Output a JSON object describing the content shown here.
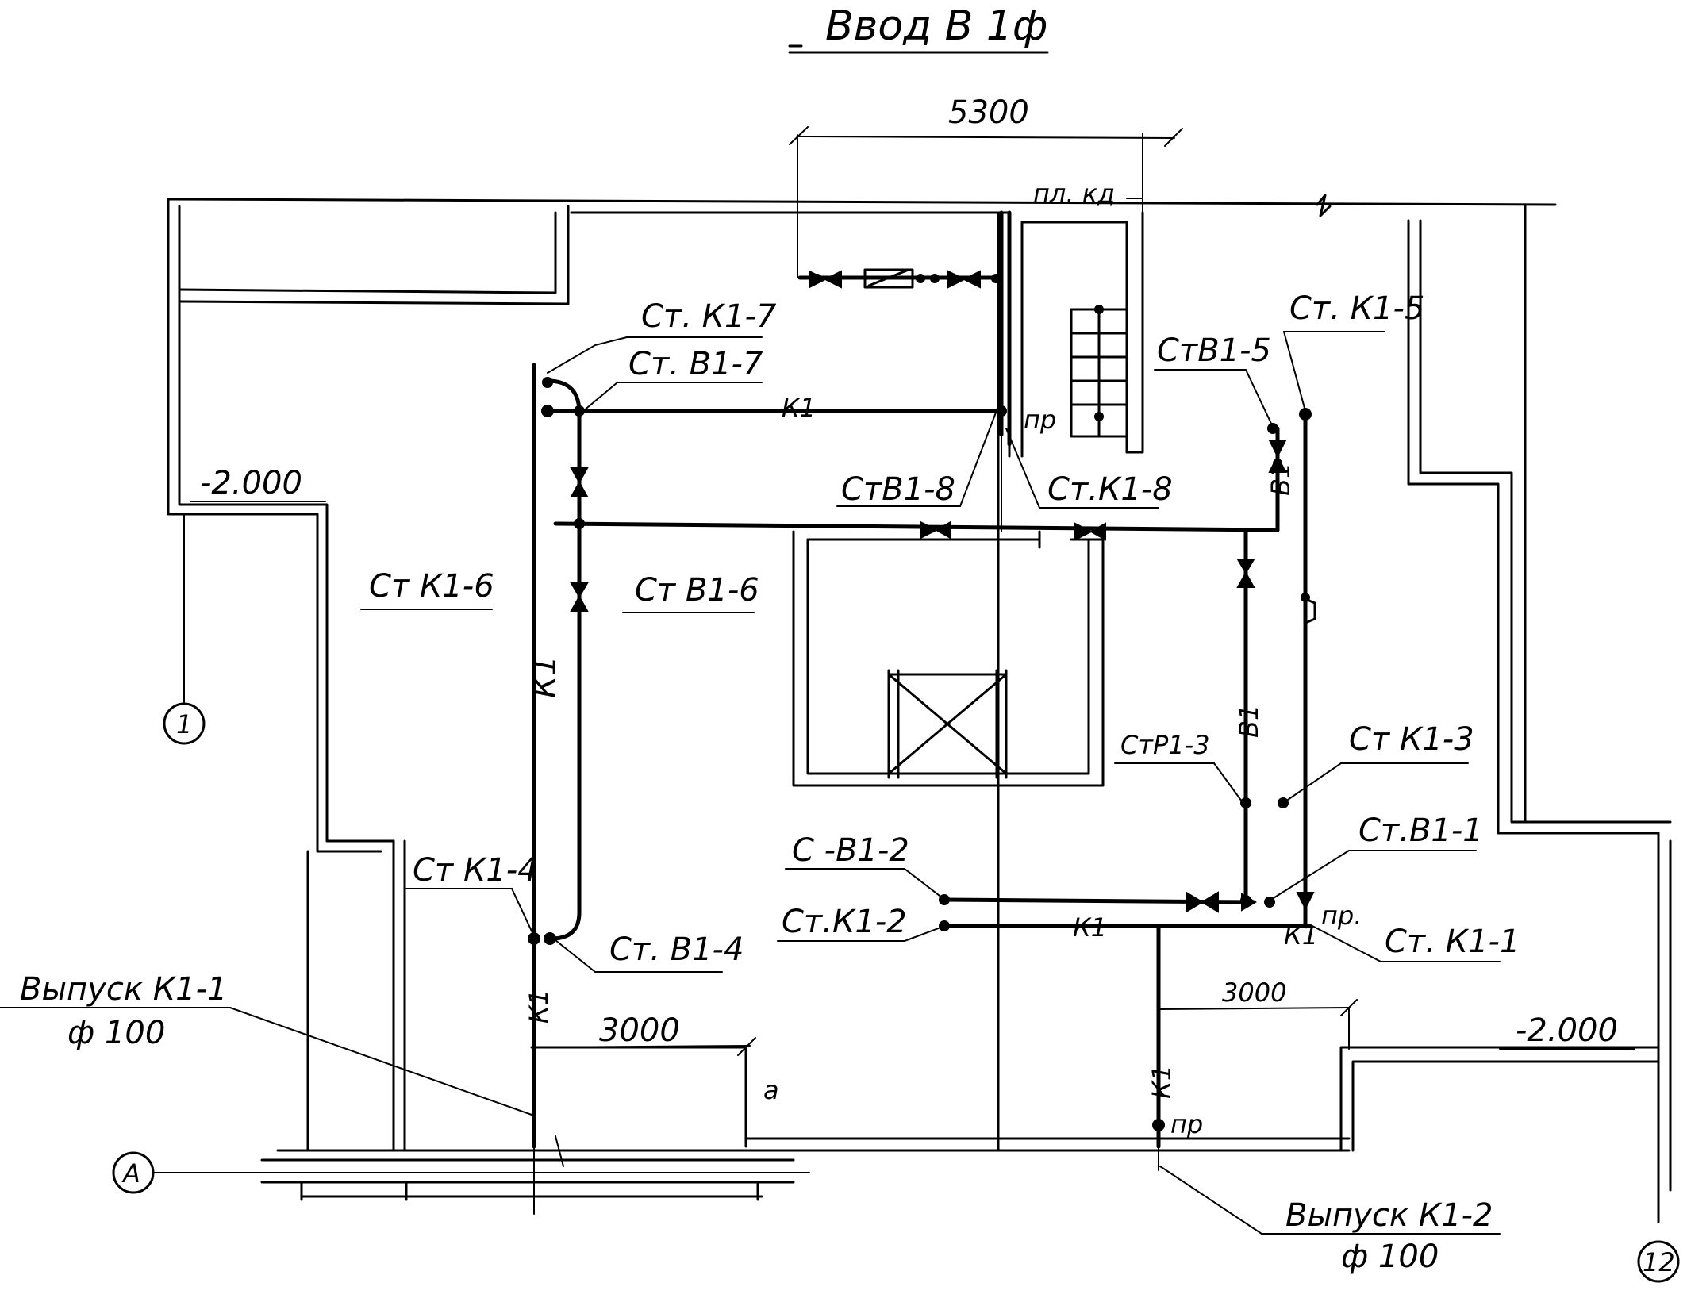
{
  "title": "Ввод В 1ф",
  "dimensions": {
    "top": "5300",
    "bottom_left": "3000",
    "bottom_right": "3000"
  },
  "levels": {
    "left": "-2.000",
    "right": "-2.000"
  },
  "axes": {
    "axis_1": "1",
    "axis_A": "А",
    "axis_12": "12"
  },
  "room_labels": {
    "pl_kd": "пл. кд",
    "a_mark": "а"
  },
  "risers": {
    "ct_k1_7": "Ст. К1-7",
    "ct_b1_7": "Ст. В1-7",
    "ct_b1_8": "СтВ1-8",
    "ct_k1_8": "Ст.К1-8",
    "ct_b1_5": "СтВ1-5",
    "ct_k1_5": "Ст. К1-5",
    "ct_k1_6": "Ст К1-6",
    "ct_b1_6": "Ст В1-6",
    "ct_p1_3": "СтР1-3",
    "ct_k1_3": "Ст К1-3",
    "ct_b1_1": "Ст.В1-1",
    "c_b1_2": "С -В1-2",
    "ct_k1_2": "Ст.К1-2",
    "ct_k1_1": "Ст. К1-1",
    "ct_k1_4": "Ст К1-4",
    "ct_b1_4": "Ст. В1-4"
  },
  "outlets": {
    "vypusk_1": "Выпуск К1-1",
    "vypusk_1_d": "ф 100",
    "vypusk_2": "Выпуск К1-2",
    "vypusk_2_d": "ф 100"
  },
  "pipe_marks": {
    "k1_top": "К1",
    "k1_left": "К1",
    "k1_left_low": "К1",
    "k1_bottom": "К1",
    "k1_corner": "К1",
    "k1_right_low": "К1",
    "b1_mid": "В1",
    "b1_right": "В1",
    "pr_top": "пр",
    "pr_right": "пр.",
    "pr_bottom": "пр"
  }
}
